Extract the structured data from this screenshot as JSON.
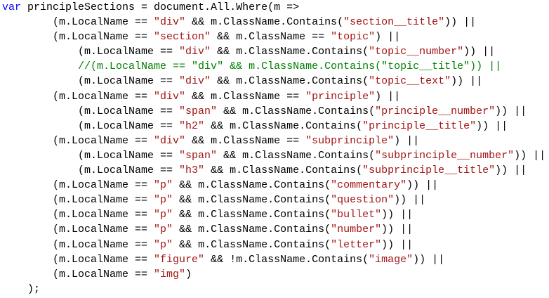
{
  "colors": {
    "keyword": "#0000ff",
    "string": "#a31515",
    "comment": "#008000",
    "plain": "#000000"
  },
  "code_lines": [
    [
      [
        "kw",
        "var"
      ],
      [
        "plain",
        " principleSections = document.All.Where(m =>"
      ]
    ],
    [
      [
        "plain",
        "        (m.LocalName == "
      ],
      [
        "str",
        "\"div\""
      ],
      [
        "plain",
        " && m.ClassName.Contains("
      ],
      [
        "str",
        "\"section__title\""
      ],
      [
        "plain",
        ")) ||"
      ]
    ],
    [
      [
        "plain",
        "        (m.LocalName == "
      ],
      [
        "str",
        "\"section\""
      ],
      [
        "plain",
        " && m.ClassName == "
      ],
      [
        "str",
        "\"topic\""
      ],
      [
        "plain",
        ") ||"
      ]
    ],
    [
      [
        "plain",
        "            (m.LocalName == "
      ],
      [
        "str",
        "\"div\""
      ],
      [
        "plain",
        " && m.ClassName.Contains("
      ],
      [
        "str",
        "\"topic__number\""
      ],
      [
        "plain",
        ")) ||"
      ]
    ],
    [
      [
        "plain",
        "            "
      ],
      [
        "comment",
        "//(m.LocalName == \"div\" && m.ClassName.Contains(\"topic__title\")) ||"
      ]
    ],
    [
      [
        "plain",
        "            (m.LocalName == "
      ],
      [
        "str",
        "\"div\""
      ],
      [
        "plain",
        " && m.ClassName.Contains("
      ],
      [
        "str",
        "\"topic__text\""
      ],
      [
        "plain",
        ")) ||"
      ]
    ],
    [
      [
        "plain",
        "        (m.LocalName == "
      ],
      [
        "str",
        "\"div\""
      ],
      [
        "plain",
        " && m.ClassName == "
      ],
      [
        "str",
        "\"principle\""
      ],
      [
        "plain",
        ") ||"
      ]
    ],
    [
      [
        "plain",
        "            (m.LocalName == "
      ],
      [
        "str",
        "\"span\""
      ],
      [
        "plain",
        " && m.ClassName.Contains("
      ],
      [
        "str",
        "\"principle__number\""
      ],
      [
        "plain",
        ")) ||"
      ]
    ],
    [
      [
        "plain",
        "            (m.LocalName == "
      ],
      [
        "str",
        "\"h2\""
      ],
      [
        "plain",
        " && m.ClassName.Contains("
      ],
      [
        "str",
        "\"principle__title\""
      ],
      [
        "plain",
        ")) ||"
      ]
    ],
    [
      [
        "plain",
        "        (m.LocalName == "
      ],
      [
        "str",
        "\"div\""
      ],
      [
        "plain",
        " && m.ClassName == "
      ],
      [
        "str",
        "\"subprinciple\""
      ],
      [
        "plain",
        ") ||"
      ]
    ],
    [
      [
        "plain",
        "            (m.LocalName == "
      ],
      [
        "str",
        "\"span\""
      ],
      [
        "plain",
        " && m.ClassName.Contains("
      ],
      [
        "str",
        "\"subprinciple__number\""
      ],
      [
        "plain",
        ")) ||"
      ]
    ],
    [
      [
        "plain",
        "            (m.LocalName == "
      ],
      [
        "str",
        "\"h3\""
      ],
      [
        "plain",
        " && m.ClassName.Contains("
      ],
      [
        "str",
        "\"subprinciple__title\""
      ],
      [
        "plain",
        ")) ||"
      ]
    ],
    [
      [
        "plain",
        "        (m.LocalName == "
      ],
      [
        "str",
        "\"p\""
      ],
      [
        "plain",
        " && m.ClassName.Contains("
      ],
      [
        "str",
        "\"commentary\""
      ],
      [
        "plain",
        ")) ||"
      ]
    ],
    [
      [
        "plain",
        "        (m.LocalName == "
      ],
      [
        "str",
        "\"p\""
      ],
      [
        "plain",
        " && m.ClassName.Contains("
      ],
      [
        "str",
        "\"question\""
      ],
      [
        "plain",
        ")) ||"
      ]
    ],
    [
      [
        "plain",
        "        (m.LocalName == "
      ],
      [
        "str",
        "\"p\""
      ],
      [
        "plain",
        " && m.ClassName.Contains("
      ],
      [
        "str",
        "\"bullet\""
      ],
      [
        "plain",
        ")) ||"
      ]
    ],
    [
      [
        "plain",
        "        (m.LocalName == "
      ],
      [
        "str",
        "\"p\""
      ],
      [
        "plain",
        " && m.ClassName.Contains("
      ],
      [
        "str",
        "\"number\""
      ],
      [
        "plain",
        ")) ||"
      ]
    ],
    [
      [
        "plain",
        "        (m.LocalName == "
      ],
      [
        "str",
        "\"p\""
      ],
      [
        "plain",
        " && m.ClassName.Contains("
      ],
      [
        "str",
        "\"letter\""
      ],
      [
        "plain",
        ")) ||"
      ]
    ],
    [
      [
        "plain",
        "        (m.LocalName == "
      ],
      [
        "str",
        "\"figure\""
      ],
      [
        "plain",
        " && !m.ClassName.Contains("
      ],
      [
        "str",
        "\"image\""
      ],
      [
        "plain",
        ")) ||"
      ]
    ],
    [
      [
        "plain",
        "        (m.LocalName == "
      ],
      [
        "str",
        "\"img\""
      ],
      [
        "plain",
        ")"
      ]
    ],
    [
      [
        "plain",
        "    );"
      ]
    ]
  ]
}
